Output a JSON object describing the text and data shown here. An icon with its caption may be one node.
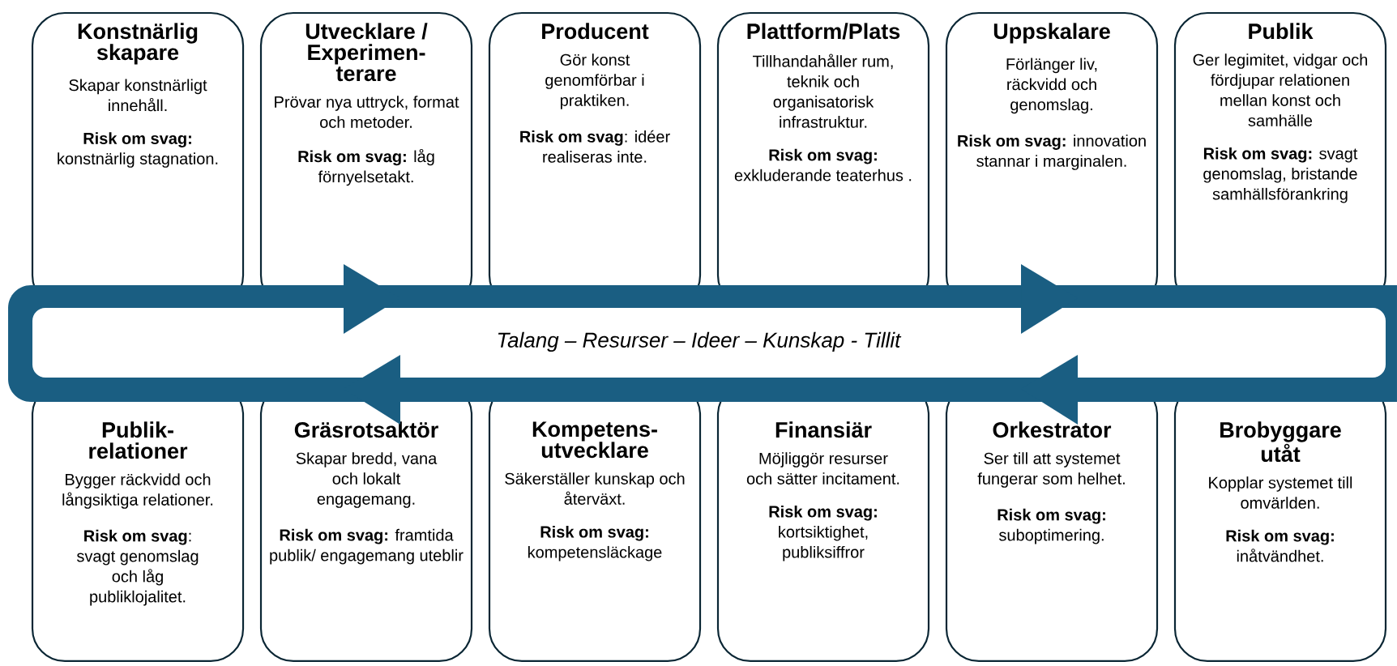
{
  "diagram": {
    "nodes": [
      {
        "text": [
          "Konstnärlig skapare",
          "Skapar konstnärligt innehåll.",
          "**Risk om svag:** konstnärlig stagnation."
        ]
      },
      {
        "text": [
          "Utvecklare / Experimen-terare",
          "Prövar nya uttryck, format och metoder.",
          "**Risk om svag:** låg förnyelsetakt."
        ]
      },
      {
        "text": [
          "Producent",
          "Gör konst genomförbar i praktiken.",
          "**Risk om svag**: idéer realiseras inte."
        ]
      },
      {
        "text": [
          "Plattform/Plats",
          "Tillhandahåller rum, teknik och organisatorisk infrastruktur.",
          "**Risk om svag:** exkluderande teaterhus ."
        ]
      },
      {
        "text": [
          "Uppskalare",
          "Förlänger liv, räckvidd och genomslag.",
          "**Risk om svag:** innovation stannar i marginalen."
        ]
      },
      {
        "text": [
          "Publik",
          "Ger legimitet, vidgar och fördjupar relationen mellan konst och samhälle",
          "**Risk om svag:** svagt genomslag, bristande samhällsförankring"
        ]
      },
      {
        "text": [
          "Talang – Resurser – Ideer – Kunskap - Tillit"
        ]
      },
      {
        "text": [
          "Publik-relationer",
          "Bygger räckvidd och långsiktiga relationer.",
          "**Risk om svag**: svagt genomslag och låg publiklojalitet."
        ]
      },
      {
        "text": [
          "Gräsrotsaktör",
          "Skapar bredd, vana och lokalt engagemang.",
          "**Risk om svag:** framtida publik/ engagemang uteblir"
        ]
      },
      {
        "text": [
          "Kompetens-utvecklare",
          "Säkerställer kunskap och återväxt.",
          "**Risk om svag:** kompetensläckage"
        ]
      },
      {
        "text": [
          "Finansiär",
          "Möjliggör resurser och sätter incitament.",
          "**Risk om svag:** kortsiktighet, publiksiffror"
        ]
      },
      {
        "text": [
          "Orkestrator",
          "Ser till att systemet fungerar som helhet.",
          "**Risk om svag:** suboptimering."
        ]
      },
      {
        "text": [
          "Brobyggare utåt",
          "Kopplar systemet till omvärlden.",
          "**Risk om svag:** inåtvändhet."
        ]
      }
    ]
  }
}
